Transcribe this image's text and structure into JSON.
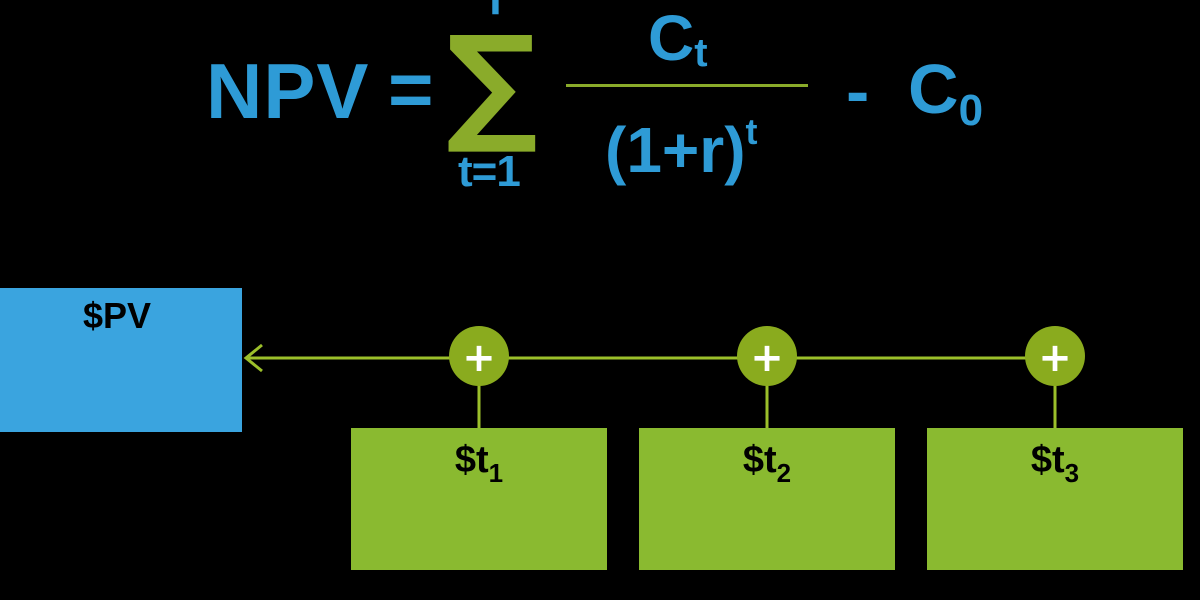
{
  "formula": {
    "lhs": "NPV",
    "equals": "=",
    "sum_symbol": "∑",
    "sum_upper": "T",
    "sum_lower": "t=1",
    "numerator_base": "C",
    "numerator_sub": "t",
    "denominator_base": "(1+r)",
    "denominator_sup": "t",
    "minus": "-",
    "initial_base": "C",
    "initial_sub": "0"
  },
  "diagram": {
    "pv_label": "$PV",
    "plus_symbol": "+",
    "cash_flows": [
      {
        "base": "$t",
        "sub": "1"
      },
      {
        "base": "$t",
        "sub": "2"
      },
      {
        "base": "$t",
        "sub": "3"
      }
    ]
  },
  "colors": {
    "background": "#000000",
    "formula_blue": "#2e9bd6",
    "formula_green": "#8aab2a",
    "pv_box": "#3aa4df",
    "cash_flow_box": "#8aba30",
    "connector": "#9bbf2a",
    "plus_circle": "#8aab1e"
  }
}
